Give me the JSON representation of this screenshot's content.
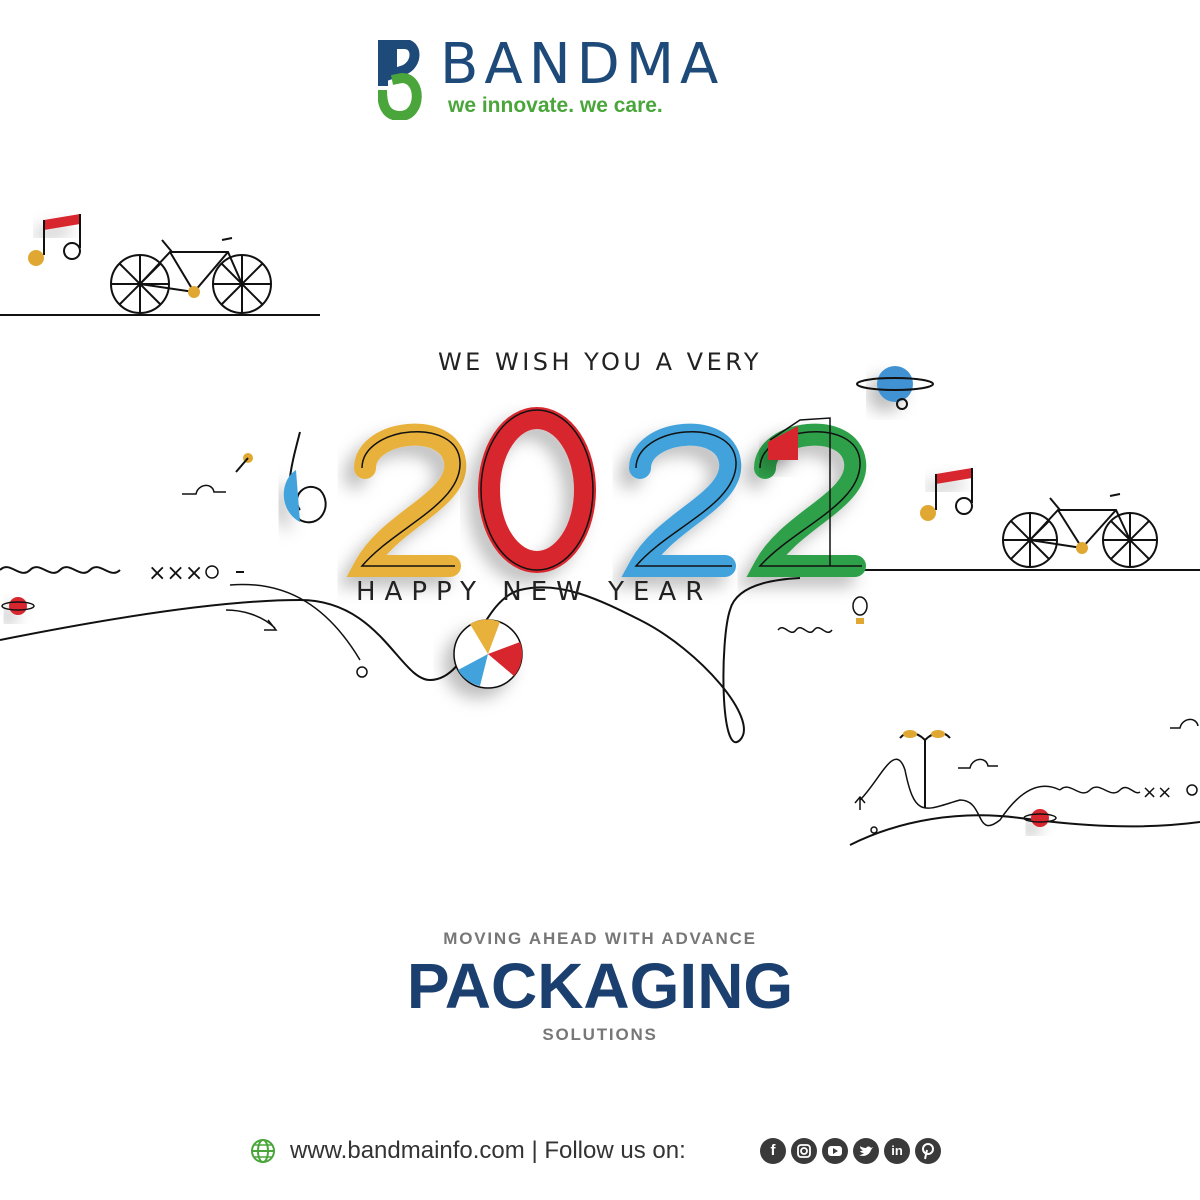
{
  "brand": {
    "name": "BANDMA",
    "tagline": "we innovate. we care.",
    "colors": {
      "blue": "#1e4a7a",
      "green": "#4aa63a"
    }
  },
  "greeting": {
    "intro": "WE WISH YOU A VERY",
    "year": [
      "2",
      "0",
      "2",
      "2"
    ],
    "replaced_digit": "1",
    "subtitle": "HAPPY NEW YEAR",
    "digit_colors": [
      "#e8b13a",
      "#d7262e",
      "#43a3dc",
      "#2ea04a"
    ]
  },
  "slogan": {
    "line1": "MOVING AHEAD WITH ADVANCE",
    "line2": "PACKAGING",
    "line3": "SOLUTIONS"
  },
  "footer": {
    "text": "www.bandmainfo.com | Follow us on:",
    "icons": [
      "globe-icon",
      "facebook-icon",
      "instagram-icon",
      "youtube-icon",
      "twitter-icon",
      "linkedin-icon",
      "pinterest-icon"
    ]
  }
}
